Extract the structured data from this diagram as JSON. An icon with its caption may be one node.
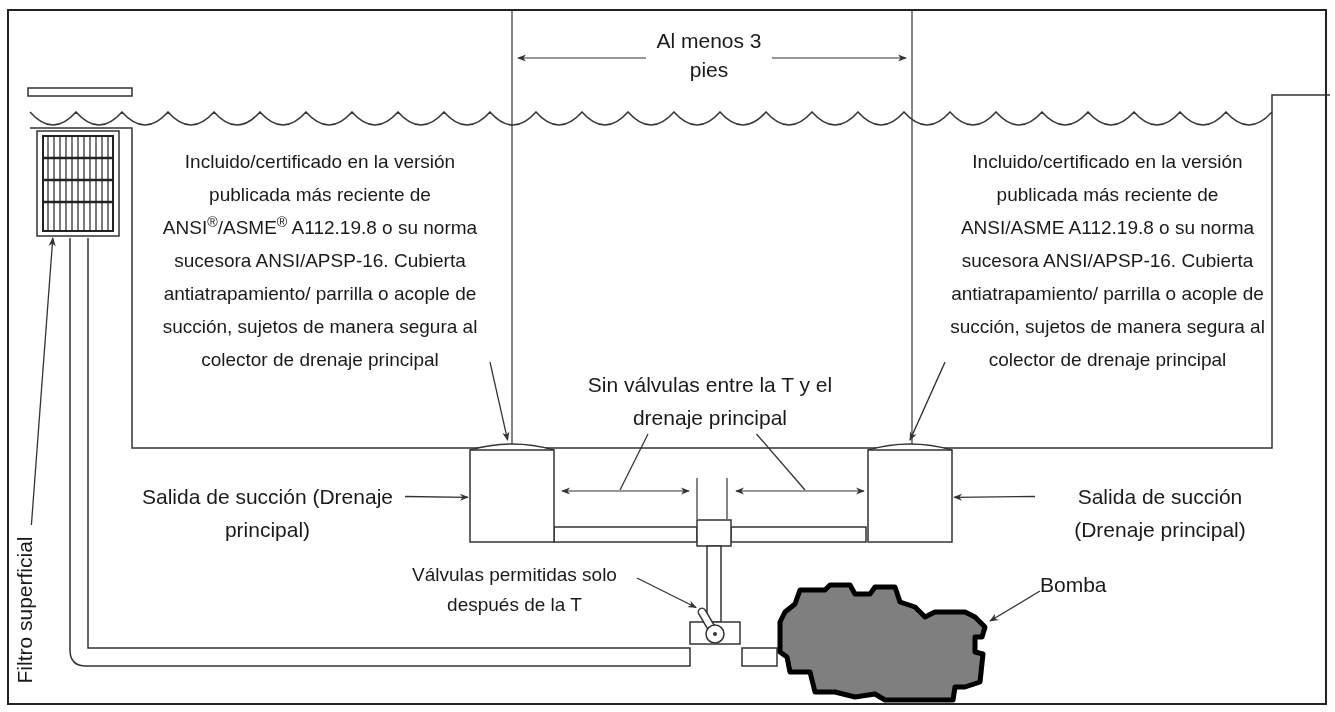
{
  "diagram": {
    "nodes": [
      {
        "text": [
          "Incluido/certificado en la versión publicada más reciente de ANSI$^{®}$/ASME$^{®}$ A112.19.8 o su norma sucesora ANSI/APSP-16. Cubierta antiatrapamiento/ parrilla o acople de succión, sujetos de manera segura al colector de drenaje principal"
        ]
      },
      {
        "text": [
          "Incluido/certificado en la versión publicada más reciente de ANSI/ASME A112.19.8 o su norma sucesora ANSI/APSP-16. Cubierta antiatrapamiento/ parrilla o acople de succión, sujetos de manera segura al colector de drenaje principal"
        ]
      },
      {
        "text": [
          "Salida de succión (Drenaje principal)"
        ]
      },
      {
        "text": [
          "Salida de succión (Drenaje principal)"
        ]
      },
      {
        "text": [],
        "shape": "box"
      },
      {
        "text": [],
        "shape": "box"
      },
      {
        "text": [
          "Filtro superficial"
        ]
      },
      {
        "text": [],
        "shape": "basket"
      },
      {
        "text": [
          "Sin válvulas entre la T y el drenaje principal"
        ]
      },
      {
        "text": [
          "Válvulas permitidas solo después de la T"
        ]
      },
      {
        "text": [],
        "shape": "valve"
      },
      {
        "text": [
          "Bomba"
        ]
      },
      {
        "text": [],
        "shape": "pump"
      }
    ],
    "edges": [
      {
        "from": 0,
        "to": 4,
        "arrow": "to"
      },
      {
        "from": 1,
        "to": 5,
        "arrow": "to"
      },
      {
        "from": 2,
        "to": 4,
        "arrow": "to"
      },
      {
        "from": 3,
        "to": 5,
        "arrow": "to"
      },
      {
        "from": 8,
        "to": null,
        "arrow": "none"
      },
      {
        "from": 8,
        "to": null,
        "arrow": "none"
      },
      {
        "from": 9,
        "to": 10,
        "arrow": "to"
      },
      {
        "from": 11,
        "to": 12,
        "arrow": "to"
      },
      {
        "from": 6,
        "to": 7,
        "arrow": "to"
      }
    ],
    "labels": [
      "Al menos 3 pies"
    ]
  }
}
